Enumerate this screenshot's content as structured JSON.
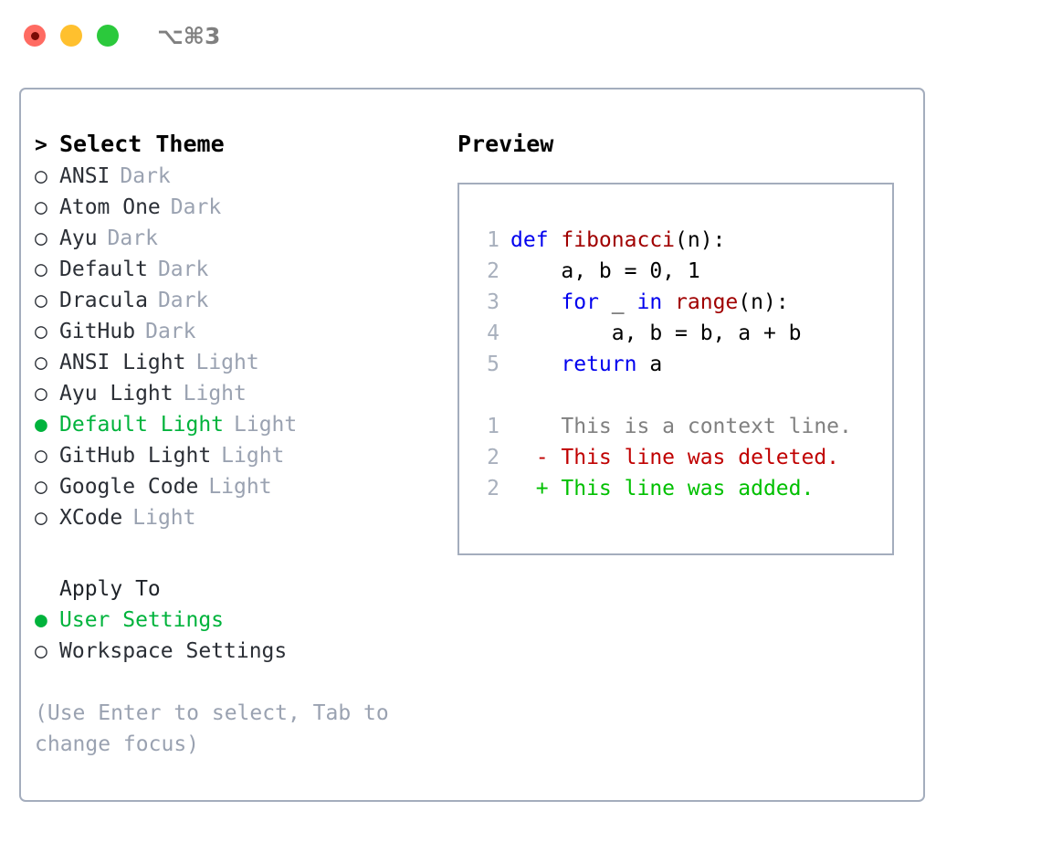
{
  "window": {
    "shortcut_label": "⌥⌘3",
    "traffic_lights": [
      {
        "name": "close",
        "color": "#ff6b62"
      },
      {
        "name": "minimize",
        "color": "#ffc02e"
      },
      {
        "name": "maximize",
        "color": "#2bc93c"
      }
    ],
    "accent_green": "#00b33c",
    "border_color": "#a4adbd",
    "muted_color": "#9aa2b1"
  },
  "theme_picker": {
    "header_marker": ">",
    "header": "Select Theme",
    "marker_selected": "●",
    "marker_unselected": "○",
    "items": [
      {
        "name": "ANSI",
        "kind": "Dark",
        "selected": false
      },
      {
        "name": "Atom One",
        "kind": "Dark",
        "selected": false
      },
      {
        "name": "Ayu",
        "kind": "Dark",
        "selected": false
      },
      {
        "name": "Default",
        "kind": "Dark",
        "selected": false
      },
      {
        "name": "Dracula",
        "kind": "Dark",
        "selected": false
      },
      {
        "name": "GitHub",
        "kind": "Dark",
        "selected": false
      },
      {
        "name": "ANSI Light",
        "kind": "Light",
        "selected": false
      },
      {
        "name": "Ayu Light",
        "kind": "Light",
        "selected": false
      },
      {
        "name": "Default Light",
        "kind": "Light",
        "selected": true
      },
      {
        "name": "GitHub Light",
        "kind": "Light",
        "selected": false
      },
      {
        "name": "Google Code",
        "kind": "Light",
        "selected": false
      },
      {
        "name": "XCode",
        "kind": "Light",
        "selected": false
      }
    ]
  },
  "apply_to": {
    "header": "Apply To",
    "items": [
      {
        "label": "User Settings",
        "selected": true
      },
      {
        "label": "Workspace Settings",
        "selected": false
      }
    ]
  },
  "hint": "(Use Enter to select, Tab to change focus)",
  "preview": {
    "header": "Preview",
    "code_lines": [
      {
        "num": "1",
        "tokens": [
          {
            "t": "def ",
            "c": "kw"
          },
          {
            "t": "fibonacci",
            "c": "fn"
          },
          {
            "t": "(n):",
            "c": "plain"
          }
        ]
      },
      {
        "num": "2",
        "tokens": [
          {
            "t": "    a, b = 0, 1",
            "c": "plain"
          }
        ]
      },
      {
        "num": "3",
        "tokens": [
          {
            "t": "    ",
            "c": "plain"
          },
          {
            "t": "for",
            "c": "kw"
          },
          {
            "t": " _ ",
            "c": "plain"
          },
          {
            "t": "in ",
            "c": "kw"
          },
          {
            "t": "range",
            "c": "fn"
          },
          {
            "t": "(n):",
            "c": "plain"
          }
        ]
      },
      {
        "num": "4",
        "tokens": [
          {
            "t": "        a, b = b, a + b",
            "c": "plain"
          }
        ]
      },
      {
        "num": "5",
        "tokens": [
          {
            "t": "    ",
            "c": "plain"
          },
          {
            "t": "return",
            "c": "kw"
          },
          {
            "t": " a",
            "c": "plain"
          }
        ]
      }
    ],
    "diff_lines": [
      {
        "num": "1",
        "sign": " ",
        "text": " This is a context line.",
        "kind": "ctx"
      },
      {
        "num": "2",
        "sign": "-",
        "text": " This line was deleted.",
        "kind": "del"
      },
      {
        "num": "2",
        "sign": "+",
        "text": " This line was added.",
        "kind": "add"
      }
    ]
  }
}
